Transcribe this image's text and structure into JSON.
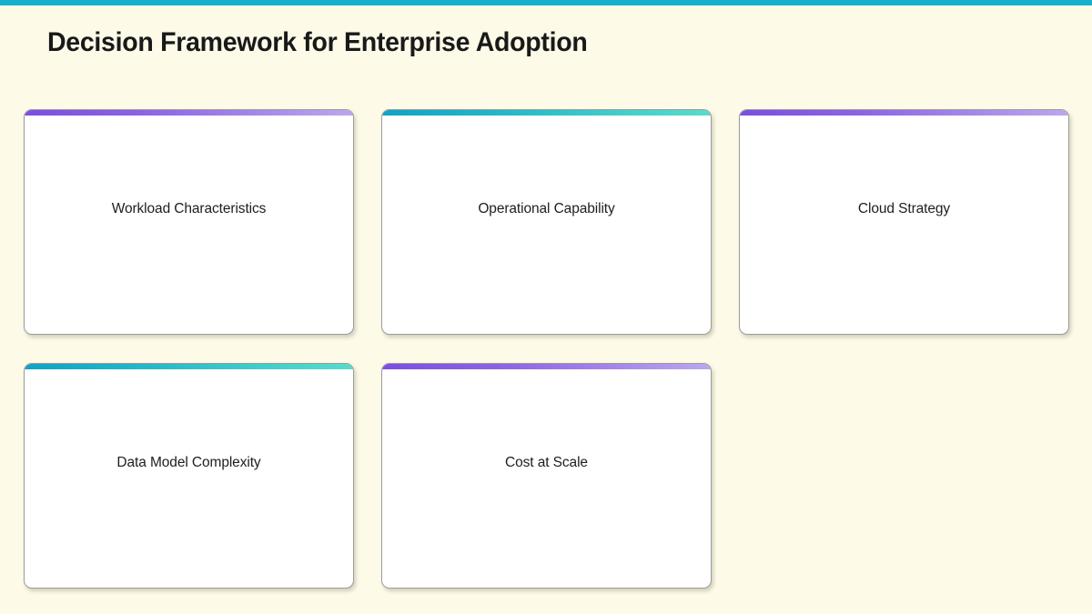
{
  "slide": {
    "title": "Decision Framework for Enterprise Adoption",
    "background_color": "#FDFAE8",
    "top_accent_color": "#17B0CC"
  },
  "palette": {
    "purple_gradient_start": "#7B4FE0",
    "purple_gradient_end": "#BCA7EF",
    "teal_gradient_start": "#0FA3C6",
    "teal_gradient_end": "#58DCCB",
    "card_background": "#FFFFFF",
    "card_border": "#9C9C9C",
    "text_color": "#1E1E1E"
  },
  "cards": [
    {
      "label": "Workload Characteristics",
      "accent": "purple"
    },
    {
      "label": "Operational Capability",
      "accent": "teal"
    },
    {
      "label": "Cloud Strategy",
      "accent": "purple"
    },
    {
      "label": "Data Model Complexity",
      "accent": "teal"
    },
    {
      "label": "Cost at Scale",
      "accent": "purple"
    }
  ]
}
